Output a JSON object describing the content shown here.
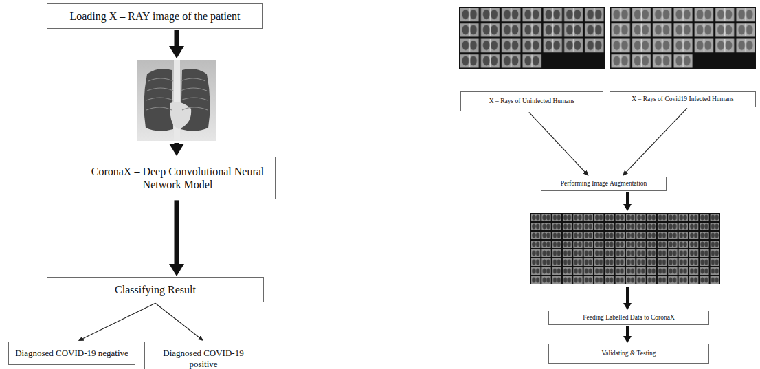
{
  "diagram": {
    "nodes": [
      {
        "text": [
          "Loading X – RAY image of the patient"
        ]
      },
      {
        "text": [
          "CoronaX – Deep Convolutional Neural Network Model"
        ]
      },
      {
        "text": [
          "Classifying Result"
        ]
      },
      {
        "text": [
          "Diagnosed COVID-19 negative"
        ]
      },
      {
        "text": [
          "Diagnosed COVID-19 positive"
        ]
      },
      {
        "text": [
          "X – Rays of Uninfected Humans"
        ]
      },
      {
        "text": [
          "X – Rays of Covid19 Infected Humans"
        ]
      },
      {
        "text": [
          "Performing Image Augmentation"
        ]
      },
      {
        "text": [
          "Feeding Labelled Data to CoronaX"
        ]
      },
      {
        "text": [
          "Validating & Testing"
        ]
      }
    ],
    "edges": [
      {
        "from": 0,
        "to": 1,
        "arrow": "to"
      },
      {
        "from": 1,
        "to": 2,
        "arrow": "to"
      },
      {
        "from": 2,
        "to": 3,
        "arrow": "to"
      },
      {
        "from": 2,
        "to": 4,
        "arrow": "to"
      },
      {
        "from": 5,
        "to": 7,
        "arrow": "to"
      },
      {
        "from": 6,
        "to": 7,
        "arrow": "to"
      },
      {
        "from": 7,
        "to": 8,
        "arrow": "to"
      },
      {
        "from": 8,
        "to": 9,
        "arrow": "to"
      }
    ]
  }
}
